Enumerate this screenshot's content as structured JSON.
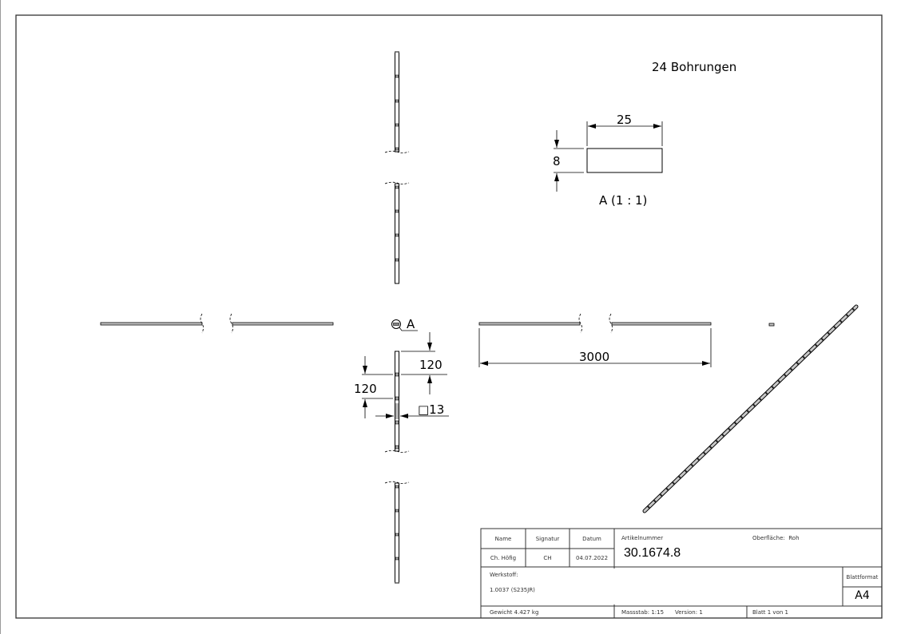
{
  "drawing": {
    "note": "24 Bohrungen",
    "section_view": {
      "width_dim": "25",
      "height_dim": "8",
      "label": "A (1 : 1)"
    },
    "section_marker": "A",
    "dimensions": {
      "length": "3000",
      "hole_spacing_top": "120",
      "hole_spacing_left": "120",
      "hole_size": "□13"
    }
  },
  "title_block": {
    "headers": {
      "name": "Name",
      "signatur": "Signatur",
      "datum": "Datum"
    },
    "values": {
      "name": "Ch. Höfig",
      "signatur": "CH",
      "datum": "04.07.2022"
    },
    "artikelnummer_label": "Artikelnummer",
    "artikelnummer": "30.1674.8",
    "oberflaeche": "Oberfläche:  Roh",
    "werkstoff_label": "Werkstoff:",
    "werkstoff": "1.0037 (S235JR)",
    "blattformat_label": "Blattformat",
    "blattformat": "A4",
    "gewicht": "Gewicht 4.427 kg",
    "massstab": "Massstab: 1:15",
    "version": "Version: 1",
    "blatt": "Blatt 1 von 1"
  },
  "colors": {
    "line": "#000000",
    "frame": "#333333",
    "bar_fill": "#c8c8c8"
  }
}
